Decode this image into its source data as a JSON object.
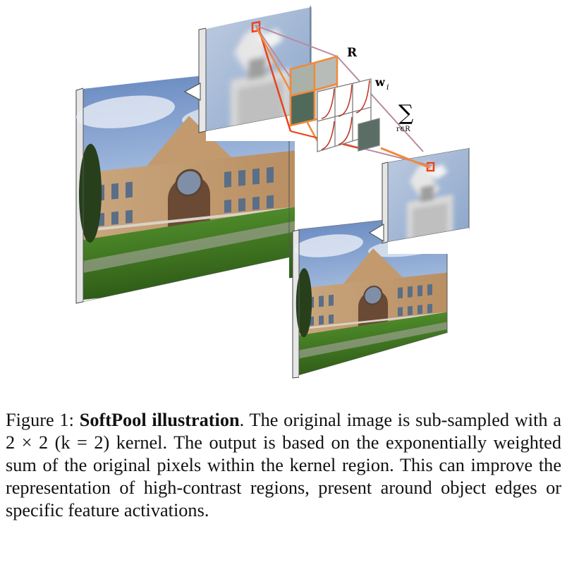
{
  "figure": {
    "math_labels": {
      "region": "R",
      "weights": "w",
      "weights_subscript": "i",
      "sum_symbol": "∑",
      "sum_subscript": "r∈R"
    }
  },
  "caption": {
    "label": "Figure 1:",
    "title": "SoftPool illustration",
    "text_before_formula": ". The original image is sub-sampled with a ",
    "kernel_size": "2 × 2",
    "kernel_parameter": "(k = 2)",
    "text_after_formula": " kernel. The output is based on the exponentially weighted sum of the original pixels within the kernel region. This can improve the representation of high-contrast regions, present around object edges or specific feature activations."
  }
}
